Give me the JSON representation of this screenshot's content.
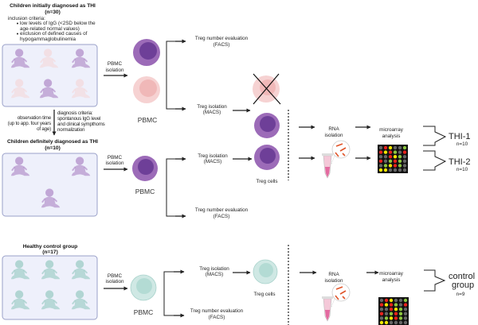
{
  "initial": {
    "title": "Children initially diagnosed as THI",
    "n": "(n=30)",
    "criteria_heading": "inclusion criteria:",
    "criteria": [
      [
        "low levels of IgG (<2SD below the",
        "age-related normal values)"
      ],
      [
        "exclusion of defined causes of",
        "hypogammaglobulinemia"
      ]
    ],
    "pbmc_isolation": [
      "PBMC",
      "isolation"
    ],
    "pbmc_label": "PBMC",
    "facs": [
      "Treg number evaluation",
      "(FACS)"
    ],
    "macs": [
      "Treg isolation",
      "(MACS)"
    ]
  },
  "observation": {
    "left": [
      "observation time",
      "(up to app. four years",
      "of age)"
    ],
    "right": [
      "diagnosis criteria:",
      "spontanous IgG level",
      "and clinical sympthoms",
      "normalization"
    ]
  },
  "definite": {
    "title": "Children definitely diagnosed as THI",
    "n": "(n=10)",
    "pbmc_isolation": [
      "PBMC",
      "isolation"
    ],
    "pbmc_label": "PBMC",
    "macs": [
      "Treg isolation",
      "(MACS)"
    ],
    "facs": [
      "Treg number evaluation",
      "(FACS)"
    ],
    "treg_cells": "Treg cells"
  },
  "thi_pipeline": {
    "rna": [
      "RNA",
      "isolation"
    ],
    "microarray": [
      "microarray",
      "analysis"
    ],
    "groups": [
      {
        "label": "THI-1",
        "n": "n=10"
      },
      {
        "label": "THI-2",
        "n": "n=10"
      }
    ]
  },
  "control": {
    "title": "Healthy control group",
    "n": "(n=17)",
    "pbmc_isolation": [
      "PBMC",
      "isolation"
    ],
    "pbmc_label": "PBMC",
    "macs": [
      "Treg isolation",
      "(MACS)"
    ],
    "facs": [
      "Treg number evaluation",
      "(FACS)"
    ],
    "treg_cells": "Treg cells",
    "rna": [
      "RNA",
      "isolation"
    ],
    "microarray": [
      "microarray",
      "analysis"
    ],
    "group": [
      "control",
      "group"
    ],
    "group_n": "n=9"
  },
  "colors": {
    "thi_purple": "#9c6bb8",
    "thi_purple_dark": "#6e3f98",
    "excluded_pink": "#f6d2d2",
    "control_teal": "#cfe8e4",
    "box_fill": "#eef0fb",
    "box_stroke": "#9aa0c8",
    "array_red": "#e8221c",
    "array_yellow": "#f2e600",
    "array_green": "#8cc63f",
    "array_gray": "#666666"
  }
}
